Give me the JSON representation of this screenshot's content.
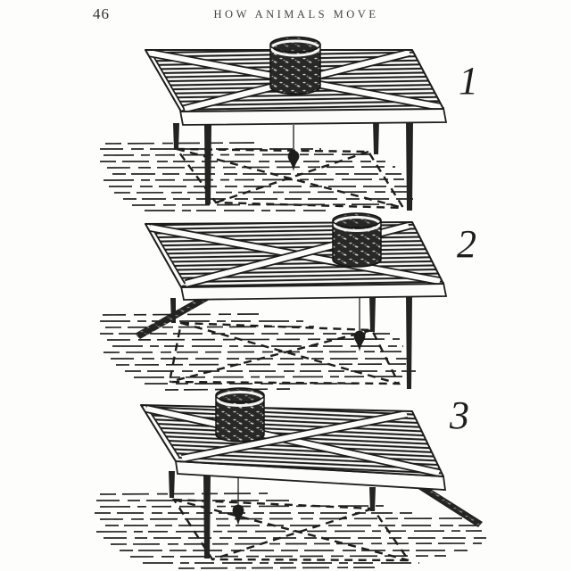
{
  "page": {
    "number": "46",
    "header": "HOW ANIMALS MOVE"
  },
  "figures": [
    {
      "label": "1"
    },
    {
      "label": "2"
    },
    {
      "label": "3"
    }
  ],
  "colors": {
    "ink": "#1d1d1b",
    "paper": "#fcfcfa"
  }
}
